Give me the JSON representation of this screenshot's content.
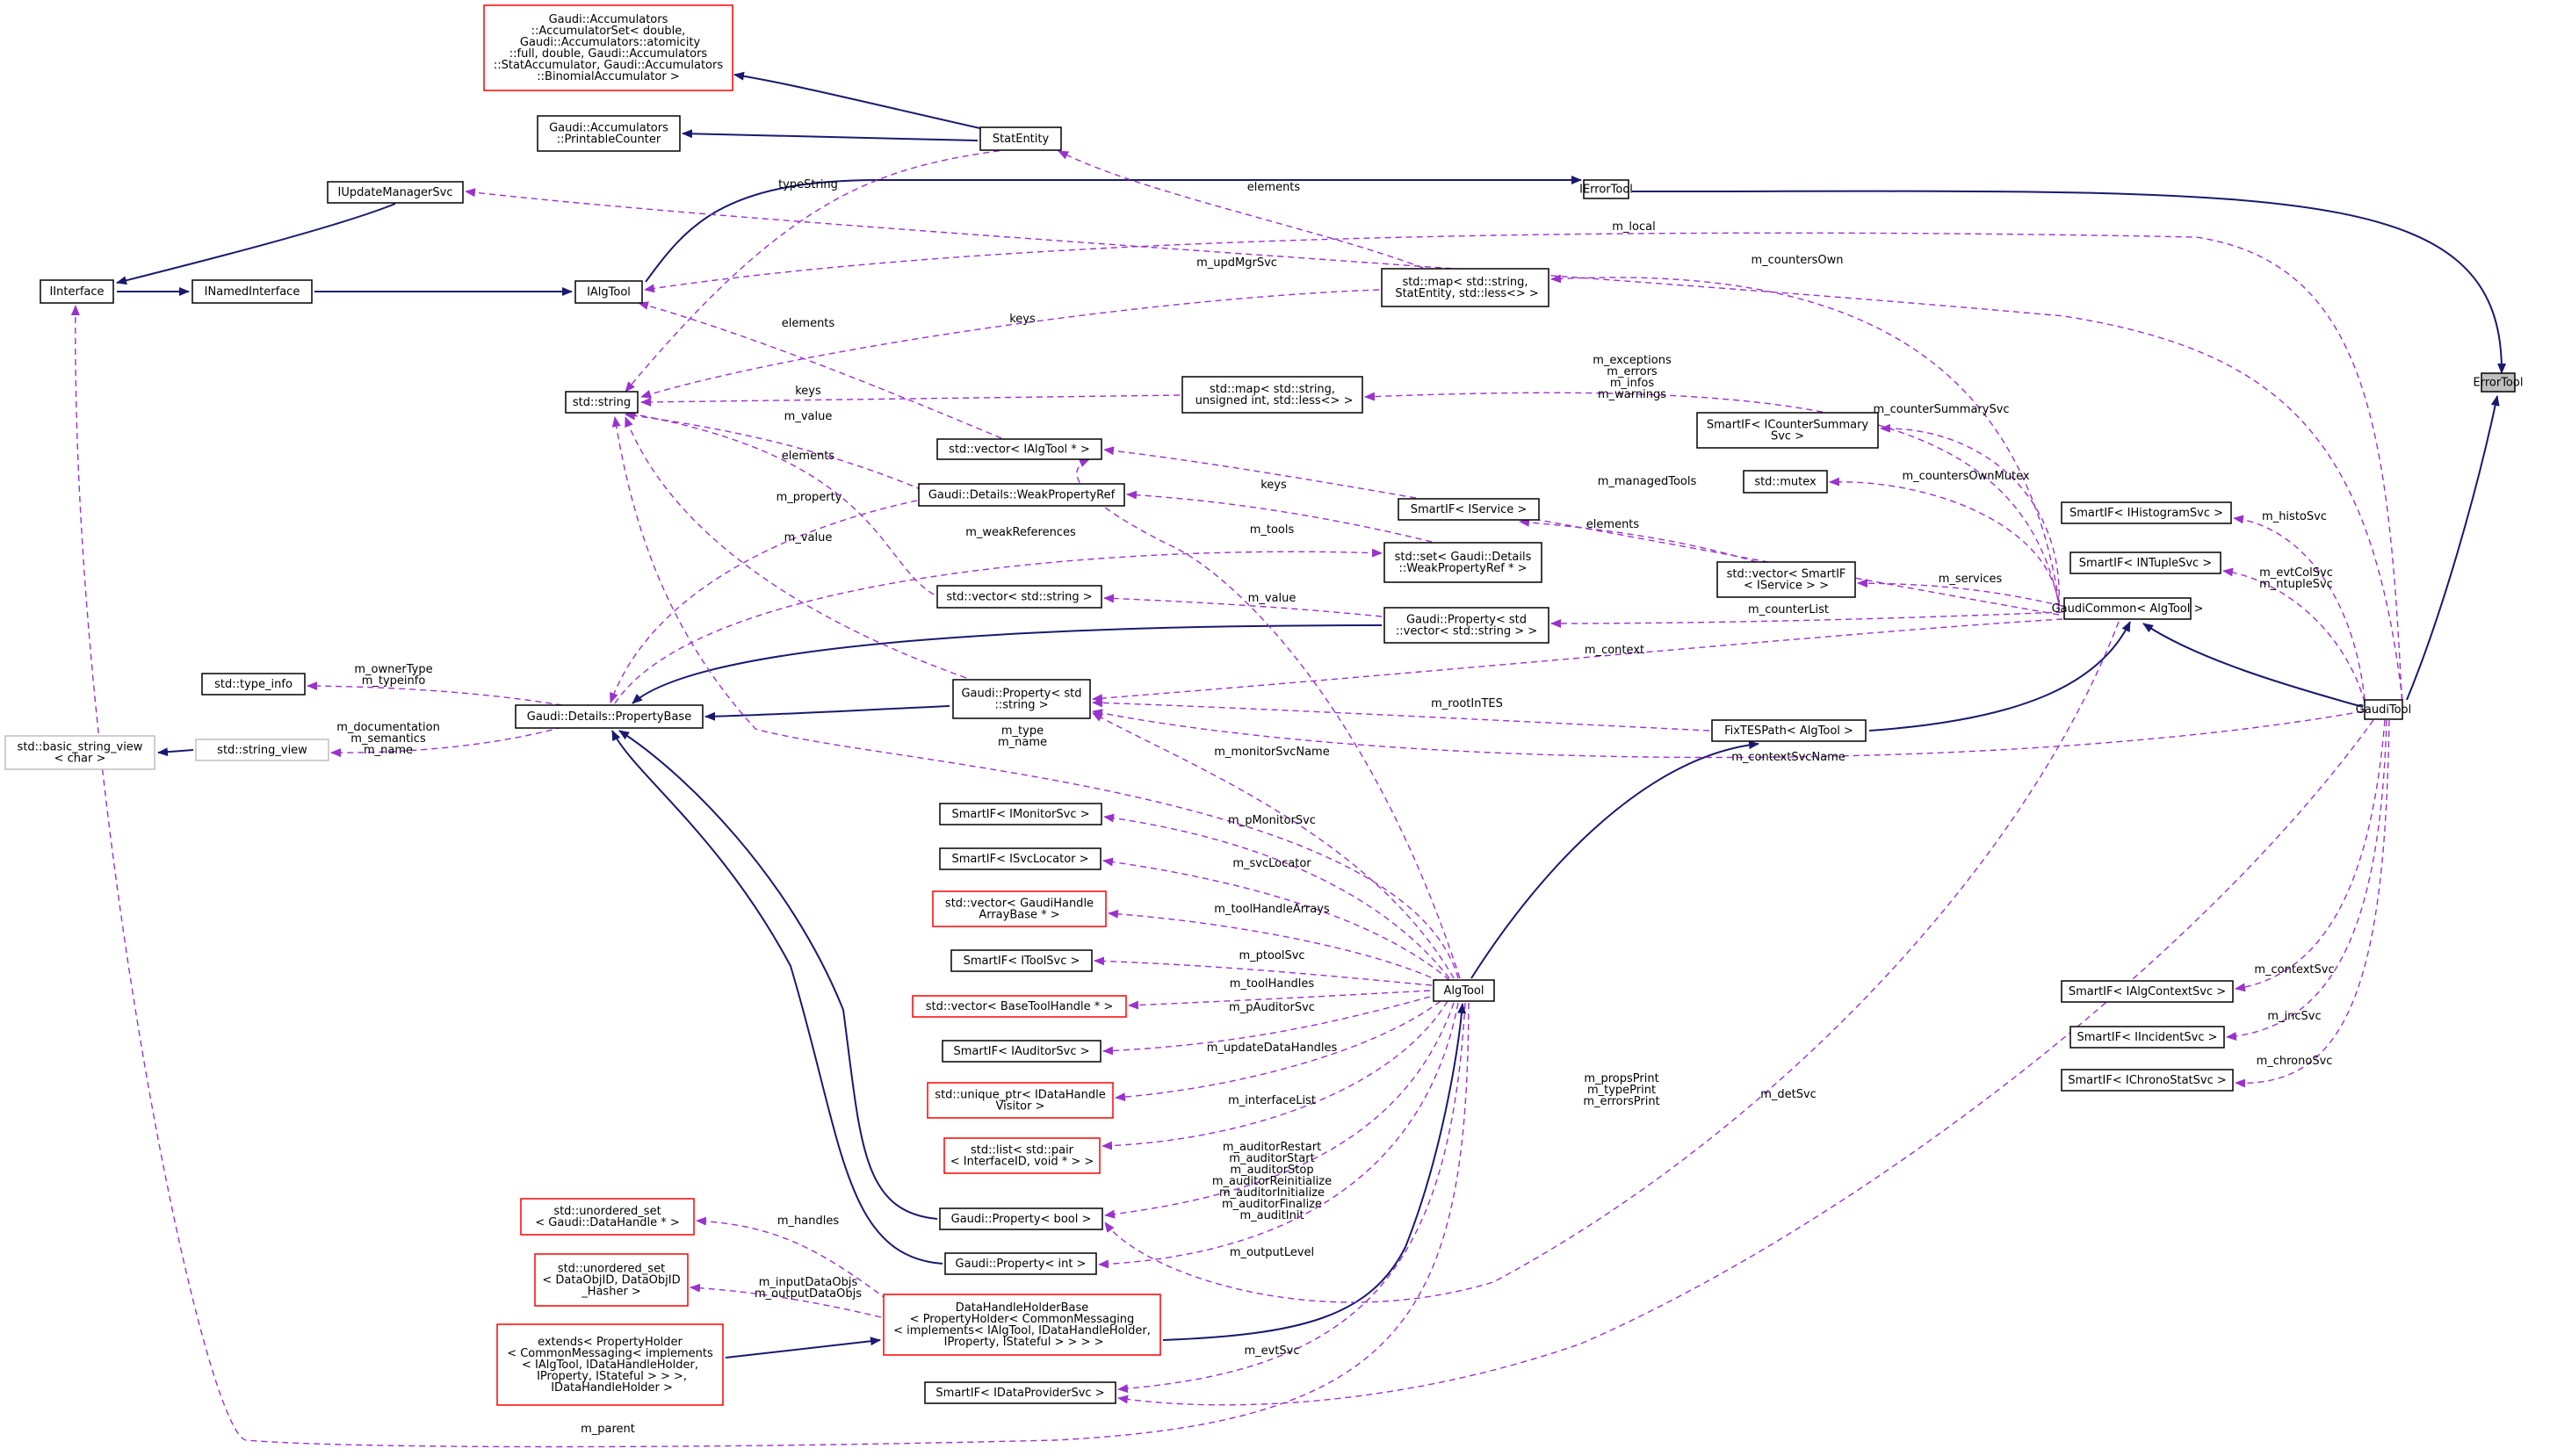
{
  "colors": {
    "normal_border": "#000000",
    "incomplete_border": "#ff0000",
    "external_border": "#bfbfbf",
    "focus_fill": "#bfbfbf",
    "inherit_edge": "#191970",
    "usage_edge": "#9a32cd"
  },
  "nodes": [
    {
      "id": "ErrorTool",
      "lines": [
        "ErrorTool"
      ],
      "style": "focus"
    },
    {
      "id": "GaudiTool",
      "lines": [
        "GaudiTool"
      ],
      "style": "normal"
    },
    {
      "id": "IErrorTool",
      "lines": [
        "IErrorTool"
      ],
      "style": "normal"
    },
    {
      "id": "AccSet",
      "lines": [
        "Gaudi::Accumulators",
        "::AccumulatorSet< double,",
        " Gaudi::Accumulators::atomicity",
        "::full, double, Gaudi::Accumulators",
        "::StatAccumulator, Gaudi::Accumulators",
        "::BinomialAccumulator >"
      ],
      "style": "incomplete"
    },
    {
      "id": "PrintableCounter",
      "lines": [
        "Gaudi::Accumulators",
        "::PrintableCounter"
      ],
      "style": "normal"
    },
    {
      "id": "StatEntity",
      "lines": [
        "StatEntity"
      ],
      "style": "normal"
    },
    {
      "id": "IUpdateManagerSvc",
      "lines": [
        "IUpdateManagerSvc"
      ],
      "style": "normal"
    },
    {
      "id": "IInterface",
      "lines": [
        "IInterface"
      ],
      "style": "normal"
    },
    {
      "id": "INamedInterface",
      "lines": [
        "INamedInterface"
      ],
      "style": "normal"
    },
    {
      "id": "IAlgTool",
      "lines": [
        "IAlgTool"
      ],
      "style": "normal"
    },
    {
      "id": "MapStatEntity",
      "lines": [
        "std::map< std::string,",
        " StatEntity, std::less<> >"
      ],
      "style": "normal"
    },
    {
      "id": "StdString",
      "lines": [
        "std::string"
      ],
      "style": "normal"
    },
    {
      "id": "MapUInt",
      "lines": [
        "std::map< std::string,",
        " unsigned int, std::less<> >"
      ],
      "style": "normal"
    },
    {
      "id": "SICounterSummary",
      "lines": [
        "SmartIF< ICounterSummary",
        "Svc >"
      ],
      "style": "normal"
    },
    {
      "id": "StdMutex",
      "lines": [
        "std::mutex"
      ],
      "style": "normal"
    },
    {
      "id": "VecIAlgTool",
      "lines": [
        "std::vector< IAlgTool * >"
      ],
      "style": "normal"
    },
    {
      "id": "WeakPropRef",
      "lines": [
        "Gaudi::Details::WeakPropertyRef"
      ],
      "style": "normal"
    },
    {
      "id": "SIService",
      "lines": [
        "SmartIF< IService >"
      ],
      "style": "normal"
    },
    {
      "id": "SetWeakRef",
      "lines": [
        "std::set< Gaudi::Details",
        "::WeakPropertyRef * >"
      ],
      "style": "normal"
    },
    {
      "id": "VecSIService",
      "lines": [
        "std::vector< SmartIF",
        "< IService > >"
      ],
      "style": "normal"
    },
    {
      "id": "VecString",
      "lines": [
        "std::vector< std::string >"
      ],
      "style": "normal"
    },
    {
      "id": "PropVecString",
      "lines": [
        "Gaudi::Property< std",
        "::vector< std::string > >"
      ],
      "style": "normal"
    },
    {
      "id": "GaudiCommon",
      "lines": [
        "GaudiCommon< AlgTool >"
      ],
      "style": "normal"
    },
    {
      "id": "SIHistogram",
      "lines": [
        "SmartIF< IHistogramSvc >"
      ],
      "style": "normal"
    },
    {
      "id": "SINTuple",
      "lines": [
        "SmartIF< INTupleSvc >"
      ],
      "style": "normal"
    },
    {
      "id": "TypeInfo",
      "lines": [
        "std::type_info"
      ],
      "style": "normal"
    },
    {
      "id": "PropertyBase",
      "lines": [
        "Gaudi::Details::PropertyBase"
      ],
      "style": "normal"
    },
    {
      "id": "PropString",
      "lines": [
        "Gaudi::Property< std",
        "::string >"
      ],
      "style": "normal"
    },
    {
      "id": "FixTESPath",
      "lines": [
        "FixTESPath< AlgTool >"
      ],
      "style": "normal"
    },
    {
      "id": "BasicStringView",
      "lines": [
        "std::basic_string_view",
        "< char >"
      ],
      "style": "external"
    },
    {
      "id": "StringView",
      "lines": [
        "std::string_view"
      ],
      "style": "external"
    },
    {
      "id": "SIMonitor",
      "lines": [
        "SmartIF< IMonitorSvc >"
      ],
      "style": "normal"
    },
    {
      "id": "SISvcLocator",
      "lines": [
        "SmartIF< ISvcLocator >"
      ],
      "style": "normal"
    },
    {
      "id": "VecHandleArray",
      "lines": [
        "std::vector< GaudiHandle",
        "ArrayBase * >"
      ],
      "style": "incomplete"
    },
    {
      "id": "SIToolSvc",
      "lines": [
        "SmartIF< IToolSvc >"
      ],
      "style": "normal"
    },
    {
      "id": "VecBaseToolHandle",
      "lines": [
        "std::vector< BaseToolHandle * >"
      ],
      "style": "incomplete"
    },
    {
      "id": "AlgTool",
      "lines": [
        "AlgTool"
      ],
      "style": "normal"
    },
    {
      "id": "SIAuditor",
      "lines": [
        "SmartIF< IAuditorSvc >"
      ],
      "style": "normal"
    },
    {
      "id": "UniquePtr",
      "lines": [
        "std::unique_ptr< IDataHandle",
        "Visitor >"
      ],
      "style": "incomplete"
    },
    {
      "id": "ListPair",
      "lines": [
        "std::list< std::pair",
        "< InterfaceID, void * > >"
      ],
      "style": "incomplete"
    },
    {
      "id": "PropBool",
      "lines": [
        "Gaudi::Property< bool >"
      ],
      "style": "normal"
    },
    {
      "id": "PropInt",
      "lines": [
        "Gaudi::Property< int >"
      ],
      "style": "normal"
    },
    {
      "id": "USetDataHandle",
      "lines": [
        "std::unordered_set",
        "< Gaudi::DataHandle * >"
      ],
      "style": "incomplete"
    },
    {
      "id": "USetDataObjID",
      "lines": [
        "std::unordered_set",
        "< DataObjID, DataObjID",
        "_Hasher >"
      ],
      "style": "incomplete"
    },
    {
      "id": "DataHandleHolderBase",
      "lines": [
        "DataHandleHolderBase",
        "< PropertyHolder< CommonMessaging",
        "< implements< IAlgTool, IDataHandleHolder,",
        " IProperty, IStateful > > > >"
      ],
      "style": "incomplete"
    },
    {
      "id": "Extends",
      "lines": [
        "extends< PropertyHolder",
        "< CommonMessaging< implements",
        "< IAlgTool, IDataHandleHolder,",
        " IProperty, IStateful > > >,",
        " IDataHandleHolder >"
      ],
      "style": "incomplete"
    },
    {
      "id": "SIDataProvider",
      "lines": [
        "SmartIF< IDataProviderSvc >"
      ],
      "style": "normal"
    },
    {
      "id": "SIAlgContext",
      "lines": [
        "SmartIF< IAlgContextSvc >"
      ],
      "style": "normal"
    },
    {
      "id": "SIIncident",
      "lines": [
        "SmartIF< IIncidentSvc >"
      ],
      "style": "normal"
    },
    {
      "id": "SIChrono",
      "lines": [
        "SmartIF< IChronoStatSvc >"
      ],
      "style": "normal"
    }
  ],
  "edges": [
    {
      "from": "GaudiTool",
      "to": "ErrorTool",
      "kind": "inherit",
      "label": []
    },
    {
      "from": "IErrorTool",
      "to": "ErrorTool",
      "kind": "inherit",
      "label": []
    },
    {
      "from": "IAlgTool",
      "to": "IErrorTool",
      "kind": "inherit",
      "label": []
    },
    {
      "from": "INamedInterface",
      "to": "IAlgTool",
      "kind": "inherit",
      "label": []
    },
    {
      "from": "IInterface",
      "to": "INamedInterface",
      "kind": "inherit",
      "label": []
    },
    {
      "from": "IInterface",
      "to": "IUpdateManagerSvc",
      "kind": "inherit",
      "label": []
    },
    {
      "from": "AccSet",
      "to": "StatEntity",
      "kind": "inherit",
      "label": []
    },
    {
      "from": "PrintableCounter",
      "to": "StatEntity",
      "kind": "inherit",
      "label": []
    },
    {
      "from": "GaudiCommon",
      "to": "GaudiTool",
      "kind": "inherit",
      "label": []
    },
    {
      "from": "FixTESPath",
      "to": "GaudiCommon",
      "kind": "inherit",
      "label": []
    },
    {
      "from": "AlgTool",
      "to": "FixTESPath",
      "kind": "inherit",
      "label": []
    },
    {
      "from": "DataHandleHolderBase",
      "to": "AlgTool",
      "kind": "inherit",
      "label": []
    },
    {
      "from": "Extends",
      "to": "DataHandleHolderBase",
      "kind": "inherit",
      "label": []
    },
    {
      "from": "PropertyBase",
      "to": "PropString",
      "kind": "inherit",
      "label": []
    },
    {
      "from": "PropertyBase",
      "to": "PropVecString",
      "kind": "inherit",
      "label": []
    },
    {
      "from": "PropertyBase",
      "to": "PropBool",
      "kind": "inherit",
      "label": []
    },
    {
      "from": "PropertyBase",
      "to": "PropInt",
      "kind": "inherit",
      "label": []
    },
    {
      "from": "BasicStringView",
      "to": "StringView",
      "kind": "inherit",
      "label": []
    },
    {
      "from": "GaudiTool",
      "to": "IUpdateManagerSvc",
      "kind": "usage",
      "label": [
        "m_updMgrSvc"
      ]
    },
    {
      "from": "GaudiTool",
      "to": "IAlgTool",
      "kind": "usage",
      "label": [
        "m_local"
      ]
    },
    {
      "from": "StatEntity",
      "to": "StdString",
      "kind": "usage",
      "label": [
        "typeString"
      ]
    },
    {
      "from": "MapStatEntity",
      "to": "StatEntity",
      "kind": "usage",
      "label": [
        "elements"
      ]
    },
    {
      "from": "MapStatEntity",
      "to": "StdString",
      "kind": "usage",
      "label": [
        "keys"
      ]
    },
    {
      "from": "GaudiCommon",
      "to": "MapStatEntity",
      "kind": "usage",
      "label": [
        "m_countersOwn"
      ]
    },
    {
      "from": "MapUInt",
      "to": "StdString",
      "kind": "usage",
      "label": [
        "keys"
      ]
    },
    {
      "from": "GaudiCommon",
      "to": "MapUInt",
      "kind": "usage",
      "label": [
        "m_exceptions",
        "m_errors",
        "m_infos",
        "m_warnings"
      ]
    },
    {
      "from": "GaudiCommon",
      "to": "SICounterSummary",
      "kind": "usage",
      "label": [
        "m_counterSummarySvc"
      ]
    },
    {
      "from": "GaudiCommon",
      "to": "StdMutex",
      "kind": "usage",
      "label": [
        "m_countersOwnMutex"
      ]
    },
    {
      "from": "VecIAlgTool",
      "to": "IAlgTool",
      "kind": "usage",
      "label": [
        "elements"
      ]
    },
    {
      "from": "GaudiCommon",
      "to": "VecIAlgTool",
      "kind": "usage",
      "label": [
        "m_managedTools"
      ]
    },
    {
      "from": "SetWeakRef",
      "to": "WeakPropRef",
      "kind": "usage",
      "label": [
        "keys"
      ]
    },
    {
      "from": "WeakPropRef",
      "to": "StdString",
      "kind": "usage",
      "label": [
        "m_value"
      ]
    },
    {
      "from": "WeakPropRef",
      "to": "PropertyBase",
      "kind": "usage",
      "label": [
        "m_property"
      ]
    },
    {
      "from": "VecSIService",
      "to": "SIService",
      "kind": "usage",
      "label": [
        "elements"
      ]
    },
    {
      "from": "GaudiCommon",
      "to": "VecSIService",
      "kind": "usage",
      "label": [
        "m_services"
      ]
    },
    {
      "from": "VecString",
      "to": "StdString",
      "kind": "usage",
      "label": [
        "elements"
      ]
    },
    {
      "from": "PropVecString",
      "to": "VecString",
      "kind": "usage",
      "label": [
        "m_value"
      ]
    },
    {
      "from": "GaudiCommon",
      "to": "PropVecString",
      "kind": "usage",
      "label": [
        "m_counterList"
      ]
    },
    {
      "from": "GaudiCommon",
      "to": "PropString",
      "kind": "usage",
      "label": [
        "m_context"
      ]
    },
    {
      "from": "GaudiTool",
      "to": "SIHistogram",
      "kind": "usage",
      "label": [
        "m_histoSvc"
      ]
    },
    {
      "from": "GaudiTool",
      "to": "SINTuple",
      "kind": "usage",
      "label": [
        "m_evtColSvc",
        "m_ntupleSvc"
      ]
    },
    {
      "from": "PropertyBase",
      "to": "TypeInfo",
      "kind": "usage",
      "label": [
        "m_ownerType",
        "m_typeinfo"
      ]
    },
    {
      "from": "PropertyBase",
      "to": "StringView",
      "kind": "usage",
      "label": [
        "m_documentation",
        "m_semantics",
        "m_name"
      ]
    },
    {
      "from": "PropertyBase",
      "to": "SetWeakRef",
      "kind": "usage",
      "label": [
        "m_weakReferences"
      ]
    },
    {
      "from": "PropString",
      "to": "StdString",
      "kind": "usage",
      "label": [
        "m_value"
      ]
    },
    {
      "from": "FixTESPath",
      "to": "PropString",
      "kind": "usage",
      "label": [
        "m_rootInTES"
      ]
    },
    {
      "from": "GaudiTool",
      "to": "PropString",
      "kind": "usage",
      "label": [
        "m_contextSvcName"
      ]
    },
    {
      "from": "AlgTool",
      "to": "StdString",
      "kind": "usage",
      "label": [
        "m_type",
        "m_name"
      ]
    },
    {
      "from": "AlgTool",
      "to": "VecIAlgTool",
      "kind": "usage",
      "label": [
        "m_tools"
      ]
    },
    {
      "from": "AlgTool",
      "to": "PropString",
      "kind": "usage",
      "label": [
        "m_monitorSvcName"
      ]
    },
    {
      "from": "AlgTool",
      "to": "SIMonitor",
      "kind": "usage",
      "label": [
        "m_pMonitorSvc"
      ]
    },
    {
      "from": "AlgTool",
      "to": "SISvcLocator",
      "kind": "usage",
      "label": [
        "m_svcLocator"
      ]
    },
    {
      "from": "AlgTool",
      "to": "VecHandleArray",
      "kind": "usage",
      "label": [
        "m_toolHandleArrays"
      ]
    },
    {
      "from": "AlgTool",
      "to": "SIToolSvc",
      "kind": "usage",
      "label": [
        "m_ptoolSvc"
      ]
    },
    {
      "from": "AlgTool",
      "to": "VecBaseToolHandle",
      "kind": "usage",
      "label": [
        "m_toolHandles"
      ]
    },
    {
      "from": "AlgTool",
      "to": "SIAuditor",
      "kind": "usage",
      "label": [
        "m_pAuditorSvc"
      ]
    },
    {
      "from": "AlgTool",
      "to": "UniquePtr",
      "kind": "usage",
      "label": [
        "m_updateDataHandles"
      ]
    },
    {
      "from": "AlgTool",
      "to": "ListPair",
      "kind": "usage",
      "label": [
        "m_interfaceList"
      ]
    },
    {
      "from": "AlgTool",
      "to": "PropBool",
      "kind": "usage",
      "label": [
        "m_auditorRestart",
        "m_auditorStart",
        "m_auditorStop",
        "m_auditorReinitialize",
        "m_auditorInitialize",
        "m_auditorFinalize",
        "m_auditInit"
      ]
    },
    {
      "from": "AlgTool",
      "to": "PropInt",
      "kind": "usage",
      "label": [
        "m_outputLevel"
      ]
    },
    {
      "from": "AlgTool",
      "to": "SIDataProvider",
      "kind": "usage",
      "label": [
        "m_evtSvc"
      ]
    },
    {
      "from": "AlgTool",
      "to": "IInterface",
      "kind": "usage",
      "label": [
        "m_parent"
      ]
    },
    {
      "from": "GaudiCommon",
      "to": "PropBool",
      "kind": "usage",
      "label": [
        "m_propsPrint",
        "m_typePrint",
        "m_errorsPrint"
      ]
    },
    {
      "from": "GaudiTool",
      "to": "SIDataProvider",
      "kind": "usage",
      "label": [
        "m_detSvc"
      ]
    },
    {
      "from": "GaudiTool",
      "to": "SIAlgContext",
      "kind": "usage",
      "label": [
        "m_contextSvc"
      ]
    },
    {
      "from": "GaudiTool",
      "to": "SIIncident",
      "kind": "usage",
      "label": [
        "m_incSvc"
      ]
    },
    {
      "from": "GaudiTool",
      "to": "SIChrono",
      "kind": "usage",
      "label": [
        "m_chronoSvc"
      ]
    },
    {
      "from": "DataHandleHolderBase",
      "to": "USetDataHandle",
      "kind": "usage",
      "label": [
        "m_handles"
      ]
    },
    {
      "from": "DataHandleHolderBase",
      "to": "USetDataObjID",
      "kind": "usage",
      "label": [
        "m_inputDataObjs",
        "m_outputDataObjs"
      ]
    }
  ]
}
